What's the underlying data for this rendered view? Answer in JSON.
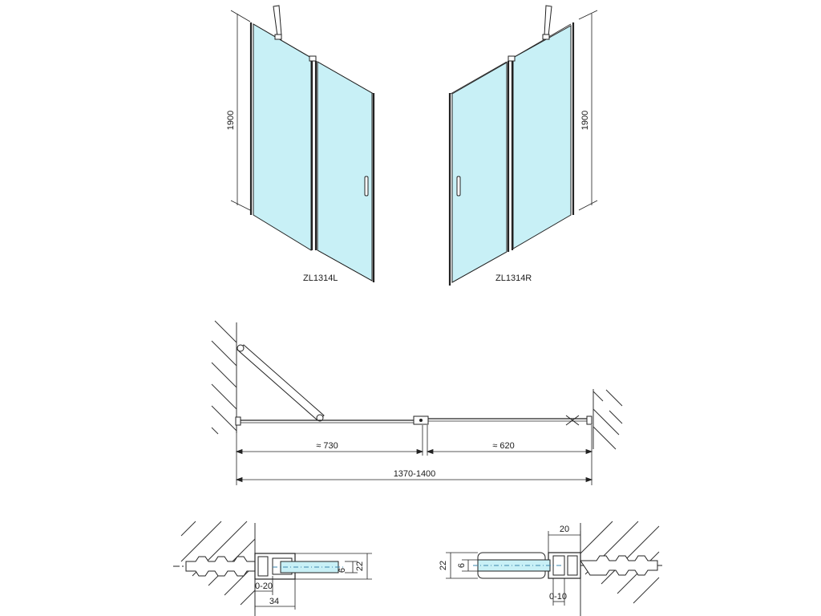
{
  "views": {
    "left": {
      "label": "ZL1314L",
      "height_dim": "1900"
    },
    "right": {
      "label": "ZL1314R",
      "height_dim": "1900"
    }
  },
  "plan": {
    "dim_left": "≈ 730",
    "dim_right": "≈ 620",
    "dim_total": "1370-1400"
  },
  "detail_left": {
    "dim_6": "6",
    "dim_22": "22",
    "dim_adjust": "0-20",
    "dim_34": "34"
  },
  "detail_right": {
    "dim_20": "20",
    "dim_22": "22",
    "dim_6": "6",
    "dim_adjust": "0-10"
  },
  "colors": {
    "glass": "#c8f0f6",
    "line": "#222222",
    "centerline": "#3a86ad"
  }
}
